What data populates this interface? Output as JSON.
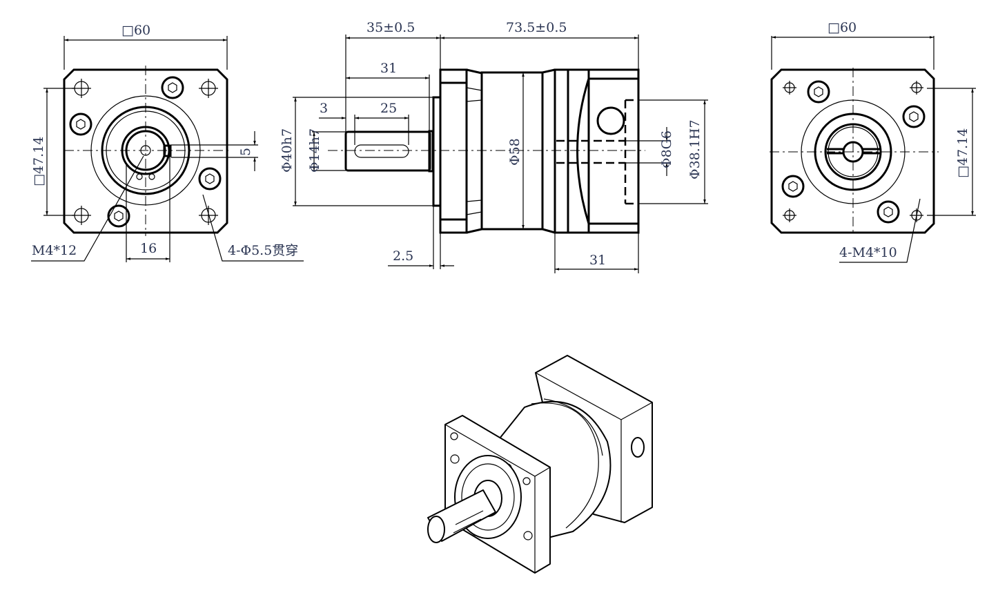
{
  "front_view": {
    "width_label": "□60",
    "bolt_square_label": "□47.14",
    "key_width_label": "5",
    "shaft_offset_label": "16",
    "screw_label": "M4*12",
    "hole_label": "4-Φ5.5贯穿"
  },
  "side_view": {
    "shaft_length_label": "35±0.5",
    "body_length_label": "73.5±0.5",
    "shaft_usable_label": "31",
    "key_offset_label": "3",
    "key_length_label": "25",
    "pilot_dia_label": "Φ40h7",
    "shaft_dia_label": "Φ14h7",
    "body_dia_label": "Φ58",
    "input_bore_label": "Φ8G6",
    "input_pilot_label": "Φ38.1H7",
    "pilot_depth_label": "2.5",
    "adapter_length_label": "31"
  },
  "rear_view": {
    "width_label": "□60",
    "bolt_square_label": "□47.14",
    "thread_label": "4-M4*10"
  }
}
